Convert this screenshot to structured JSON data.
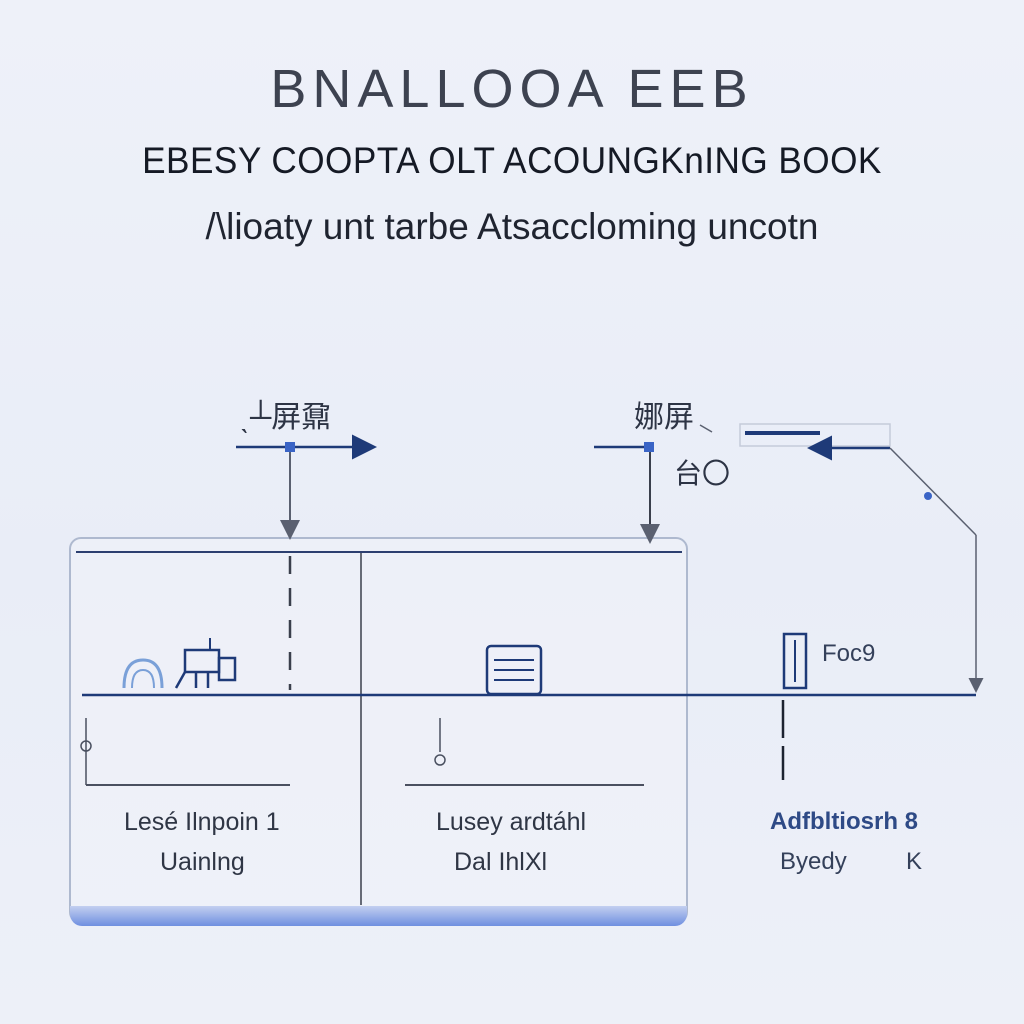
{
  "header": {
    "top_title": "BNALLOOA   EEB",
    "main_title": "EBESY COOPTA OLT ACOUNGKnING BOOK",
    "subtitle": "/\\lioaty unt tarbe Atsaccloming uncotn"
  },
  "diagram": {
    "inputs": [
      {
        "glyph": "ˎ┴屏鼐"
      },
      {
        "glyph": "娜屏",
        "glyph_2": "台〇"
      }
    ],
    "panels": [
      {
        "label_1": "Lesé Ilnpoin 1",
        "label_2": "Uainlng"
      },
      {
        "label_1": "Lusey ardtáhl",
        "label_2": "Dal IhlXl"
      }
    ],
    "side": {
      "icon_label": "Foc9",
      "label_1": "Adfbltiosrh 8",
      "label_2": "Byedy",
      "label_3": "K"
    }
  },
  "colors": {
    "line": "#1e3a78",
    "accent": "#6f8fe0",
    "dashed": "#3a3f4c",
    "box_border": "#aeb9cf"
  }
}
